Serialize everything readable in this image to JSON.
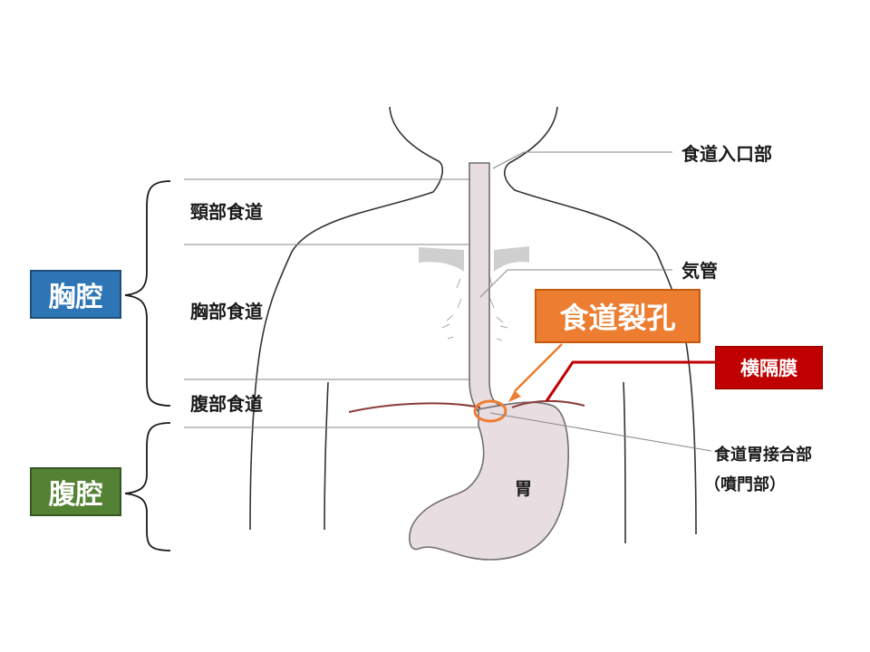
{
  "labels": {
    "cervical_esophagus": "頸部食道",
    "thoracic_esophagus": "胸部食道",
    "abdominal_esophagus": "腹部食道",
    "esophageal_entrance": "食道入口部",
    "trachea": "気管",
    "stomach": "胃",
    "ge_junction_line1": "食道胃接合部",
    "ge_junction_line2": "（噴門部）"
  },
  "boxes": {
    "thoracic_cavity": "胸腔",
    "abdominal_cavity": "腹腔",
    "esophageal_hiatus": "食道裂孔",
    "diaphragm": "横隔膜"
  },
  "colors": {
    "thoracic_cavity": "#2e75b6",
    "abdominal_cavity": "#548235",
    "esophageal_hiatus": "#ed7d31",
    "diaphragm": "#c00000",
    "organ_fill": "#e8dde0",
    "diaphragm_line": "#8b3a3a"
  }
}
